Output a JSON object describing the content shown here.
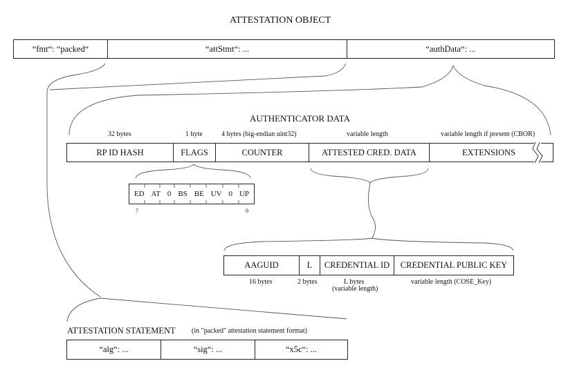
{
  "title": "ATTESTATION OBJECT",
  "attestation_object": {
    "fields": [
      "“fmt“: “packed“",
      "“attStmt“: ...",
      "“authData“: ..."
    ]
  },
  "authenticator_data": {
    "heading": "AUTHENTICATOR DATA",
    "fields": [
      {
        "label": "RP ID HASH",
        "size": "32 bytes"
      },
      {
        "label": "FLAGS",
        "size": "1 byte"
      },
      {
        "label": "COUNTER",
        "size": "4 bytes (big-endian uint32)"
      },
      {
        "label": "ATTESTED CRED. DATA",
        "size": "variable length"
      },
      {
        "label": "EXTENSIONS",
        "size": "variable length if present (CBOR)"
      }
    ]
  },
  "flags": {
    "bits": [
      "ED",
      "AT",
      "0",
      "BS",
      "BE",
      "UV",
      "0",
      "UP"
    ],
    "msb_label": "7",
    "lsb_label": "0"
  },
  "attested_cred_data": {
    "fields": [
      {
        "label": "AAGUID",
        "size": "16 bytes"
      },
      {
        "label": "L",
        "size": "2 bytes"
      },
      {
        "label": "CREDENTIAL ID",
        "size": "L bytes",
        "size2": "(variable length)"
      },
      {
        "label": "CREDENTIAL PUBLIC KEY",
        "size": "variable length (COSE_Key)"
      }
    ]
  },
  "attestation_statement": {
    "heading": "ATTESTATION STATEMENT",
    "note": "(in \"packed\" attestation statement format)",
    "fields": [
      "“alg“: ...",
      "“sig“: ...",
      "“x5c“: ..."
    ]
  }
}
